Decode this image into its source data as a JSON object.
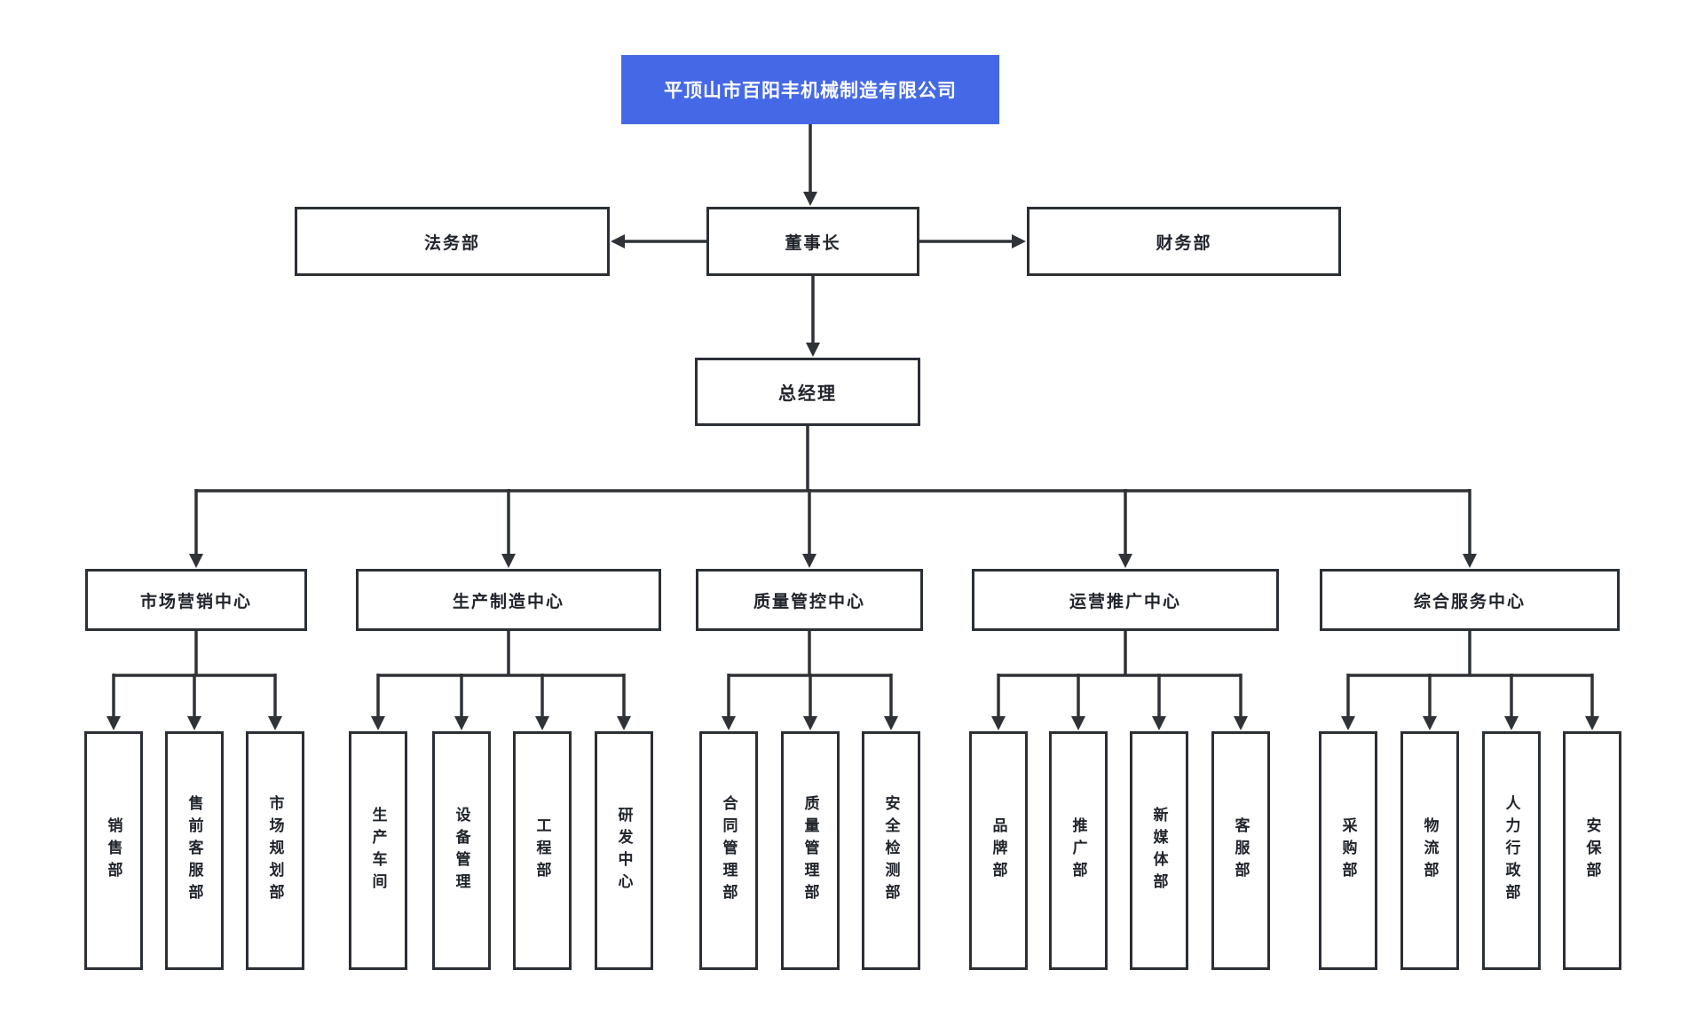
{
  "colors": {
    "accent_blue": "#4569e6",
    "line_dark": "#2f3237",
    "box_border": "#2b2f36",
    "text_dark": "#20242b",
    "title_text": "#ffffff"
  },
  "org": {
    "company": "平顶山市百阳丰机械制造有限公司",
    "legal": "法务部",
    "chairman": "董事长",
    "finance": "财务部",
    "general_manager": "总经理",
    "centers": [
      {
        "label": "市场营销中心",
        "children": [
          "销售部",
          "售前客服部",
          "市场规划部"
        ]
      },
      {
        "label": "生产制造中心",
        "children": [
          "生产车间",
          "设备管理",
          "工程部",
          "研发中心"
        ]
      },
      {
        "label": "质量管控中心",
        "children": [
          "合同管理部",
          "质量管理部",
          "安全检测部"
        ]
      },
      {
        "label": "运营推广中心",
        "children": [
          "品牌部",
          "推广部",
          "新媒体部",
          "客服部"
        ]
      },
      {
        "label": "综合服务中心",
        "children": [
          "采购部",
          "物流部",
          "人力行政部",
          "安保部"
        ]
      }
    ]
  }
}
